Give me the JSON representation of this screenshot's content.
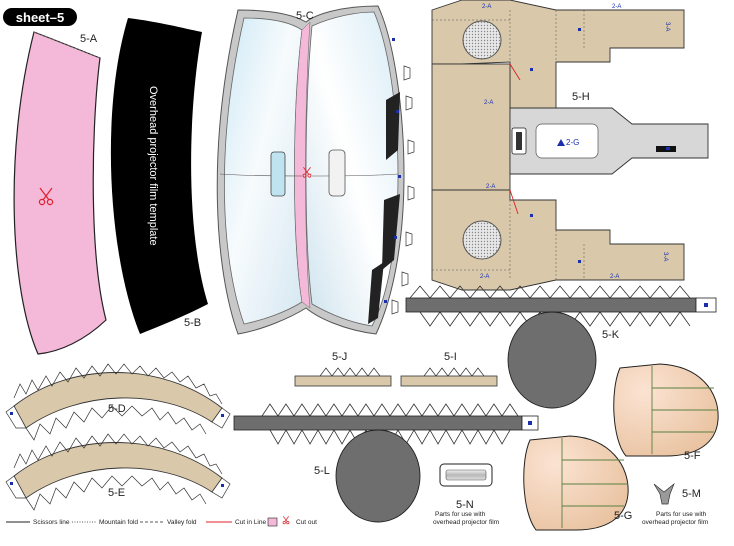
{
  "sheet_title": "sheet–5",
  "parts": {
    "p5a": "5-A",
    "p5b": "5-B",
    "p5c": "5-C",
    "p5d": "5-D",
    "p5e": "5-E",
    "p5f": "5-F",
    "p5g": "5-G",
    "p5h": "5-H",
    "p5i": "5-I",
    "p5j": "5-J",
    "p5k": "5-K",
    "p5l": "5-L",
    "p5m": "5-M",
    "p5n": "5-N"
  },
  "template_text": "Overhead projector film template",
  "glue_refs": {
    "a2": "2-A",
    "a3": "3-A",
    "g2": "2-G"
  },
  "notes": {
    "line1": "Parts for use with",
    "line2": "overhead projector film"
  },
  "legend": {
    "scissors_line": "Scissors line",
    "mountain_fold": "Mountain fold",
    "valley_fold": "Valley fold",
    "cut_in_line": "Cut in Line",
    "cut_out": "Cut out"
  },
  "colors": {
    "pink": "#f4b8d8",
    "tan": "#d9c8aa",
    "gray": "#6e6e6e",
    "black": "#000000",
    "blue_mark": "#1a2fb0",
    "red_cut": "#e0202a"
  }
}
